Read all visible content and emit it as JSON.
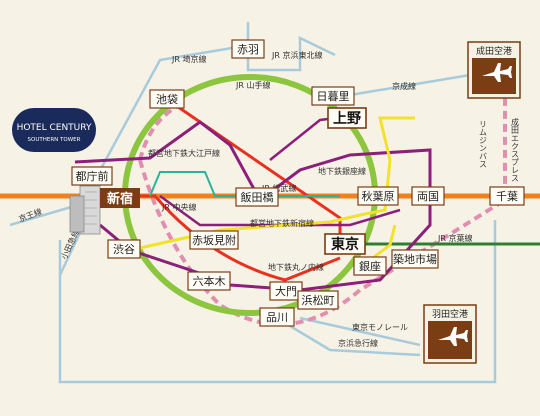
{
  "hotel": {
    "name": "HOTEL CENTURY",
    "subtitle": "SOUTHERN TOWER"
  },
  "stations": {
    "akabane": "赤羽",
    "ikebukuro": "池袋",
    "nippori": "日暮里",
    "ueno": "上野",
    "tochomae": "都庁前",
    "shinjuku": "新宿",
    "iidabashi": "飯田橋",
    "akihabara": "秋葉原",
    "ryogoku": "両国",
    "chiba": "千葉",
    "shibuya": "渋谷",
    "akasakamitsuke": "赤坂見附",
    "tokyo": "東京",
    "ginza": "銀座",
    "tsukiji": "築地市場",
    "roppongi": "六本木",
    "daimon": "大門",
    "hamamatsucho": "浜松町",
    "shinagawa": "品川"
  },
  "airports": {
    "narita": "成田空港",
    "haneda": "羽田空港"
  },
  "lines": {
    "saikyo": "JR 埼京線",
    "keihin_tohoku": "JR 京浜東北線",
    "yamanote": "JR 山手線",
    "keisei": "京成線",
    "limousine": "リムジンバス",
    "narita_express": "成田エクスプレス",
    "oedo": "都営地下鉄大江戸線",
    "ginza_line": "地下鉄銀座線",
    "sobu": "JR 総武線",
    "chuo": "JR 中央線",
    "shinjuku_line": "都営地下鉄新宿線",
    "keio": "京王線",
    "odakyu": "小田急線",
    "keiyo": "JR 京葉線",
    "marunouchi": "地下鉄丸ノ内線",
    "monorail": "東京モノレール",
    "keikyu": "京浜急行線"
  },
  "colors": {
    "background": "#f7f2e6",
    "station_border": "#7a3d14",
    "yamanote_green": "#8cc63f",
    "chuo_orange": "#f0821e",
    "marunouchi_red": "#e8311f",
    "oedo_purple": "#8b1f7a",
    "ginza_yellow": "#f3e22a",
    "keiyo_green": "#2e7d32",
    "narita_pink": "#e08fb0",
    "blue_lines": "#9dc3d6"
  }
}
